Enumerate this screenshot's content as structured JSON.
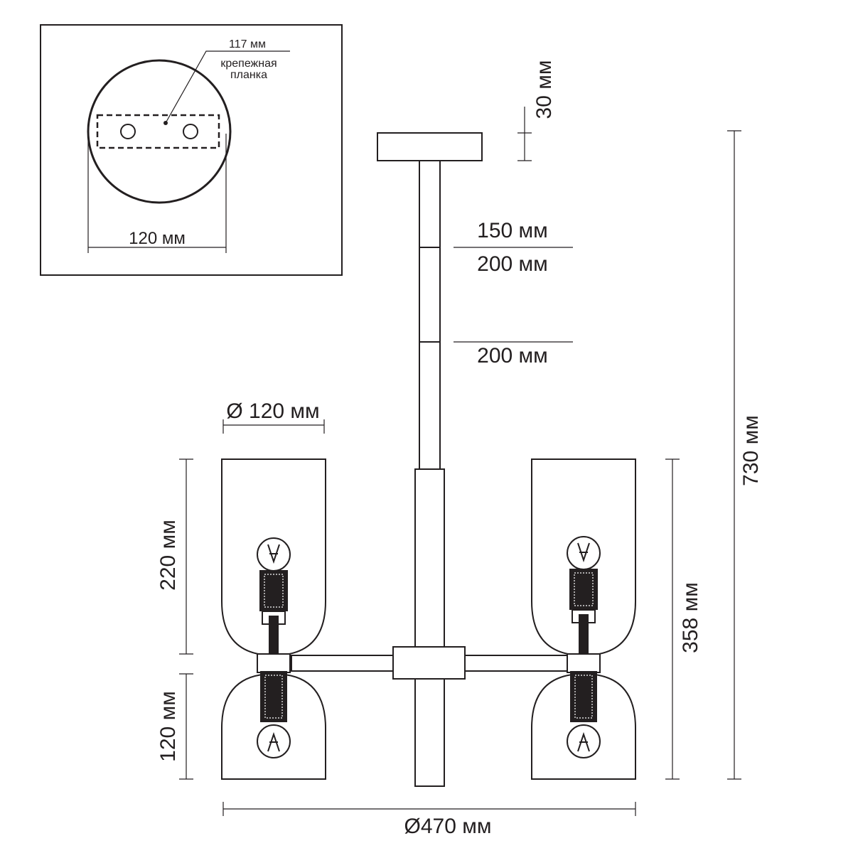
{
  "inset": {
    "bracket_width_label": "117 мм",
    "bracket_name_line1": "крепежная",
    "bracket_name_line2": "планка",
    "canopy_diameter_label": "120 мм"
  },
  "rod": {
    "canopy_height_label": "30 мм",
    "segment1_label": "150 мм",
    "segment2_label": "200 мм",
    "segment3_label": "200 мм"
  },
  "fixture": {
    "shade_diameter_label": "Ø 120 мм",
    "upper_shade_height_label": "220 мм",
    "lower_shade_height_label": "120 мм",
    "shade_group_height_label": "358 мм",
    "total_height_label": "730 мм",
    "total_width_label": "Ø470 мм"
  },
  "colors": {
    "line": "#231f20",
    "background": "#ffffff"
  }
}
